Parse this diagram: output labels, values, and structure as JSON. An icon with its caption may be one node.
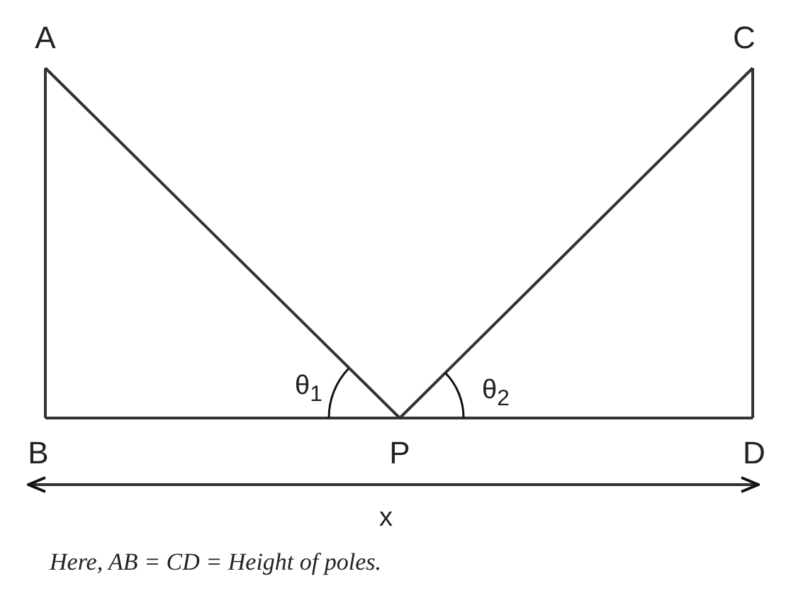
{
  "diagram": {
    "caption": "Here, AB = CD = Height of poles.",
    "nodes": [
      {
        "text": [
          "A"
        ]
      },
      {
        "text": [
          "C"
        ]
      },
      {
        "text": [
          "B"
        ]
      },
      {
        "text": [
          "P"
        ]
      },
      {
        "text": [
          "D"
        ]
      }
    ],
    "edges": [
      {
        "from": 0,
        "to": 2,
        "arrow": "none"
      },
      {
        "from": 0,
        "to": 3,
        "arrow": "none"
      },
      {
        "from": 2,
        "to": 3,
        "arrow": "none"
      },
      {
        "from": 3,
        "to": 4,
        "arrow": "none"
      },
      {
        "from": 1,
        "to": 3,
        "arrow": "none"
      },
      {
        "from": 1,
        "to": 4,
        "arrow": "none"
      },
      {
        "from": 2,
        "to": 4,
        "arrow": "both",
        "label": "x"
      }
    ],
    "labels": [
      "θ$_{1}$",
      "θ$_{2}$"
    ]
  }
}
